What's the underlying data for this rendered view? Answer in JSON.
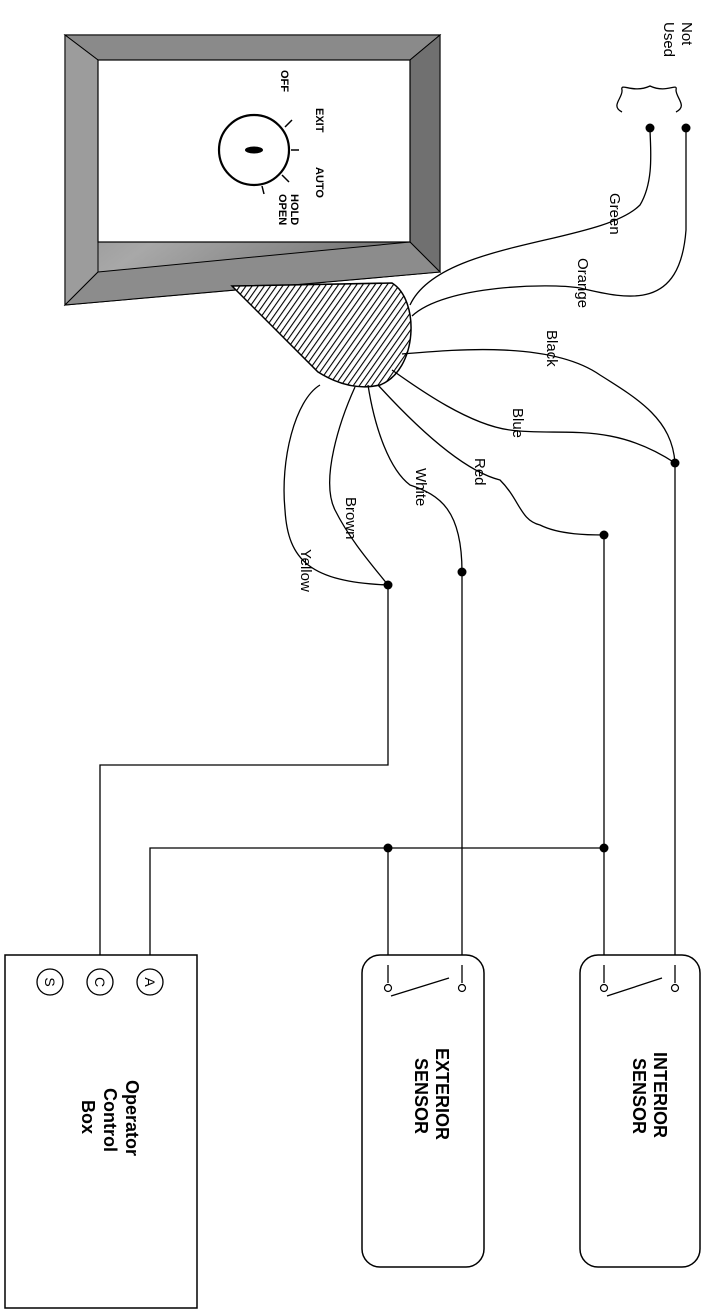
{
  "not_used_label": [
    "Not",
    "Used"
  ],
  "switch_positions": {
    "off": "OFF",
    "exit": "EXIT",
    "auto": "AUTO",
    "hold_open": [
      "HOLD",
      "OPEN"
    ]
  },
  "wires": {
    "green": "Green",
    "orange": "Orange",
    "black": "Black",
    "blue": "Blue",
    "red": "Red",
    "white": "White",
    "brown": "Brown",
    "yellow": "Yellow"
  },
  "interior_sensor": [
    "INTERIOR",
    "SENSOR"
  ],
  "exterior_sensor": [
    "EXTERIOR",
    "SENSOR"
  ],
  "control_box": {
    "title": [
      "Operator",
      "Control",
      "Box"
    ],
    "terminals": [
      "A",
      "C",
      "S"
    ]
  }
}
